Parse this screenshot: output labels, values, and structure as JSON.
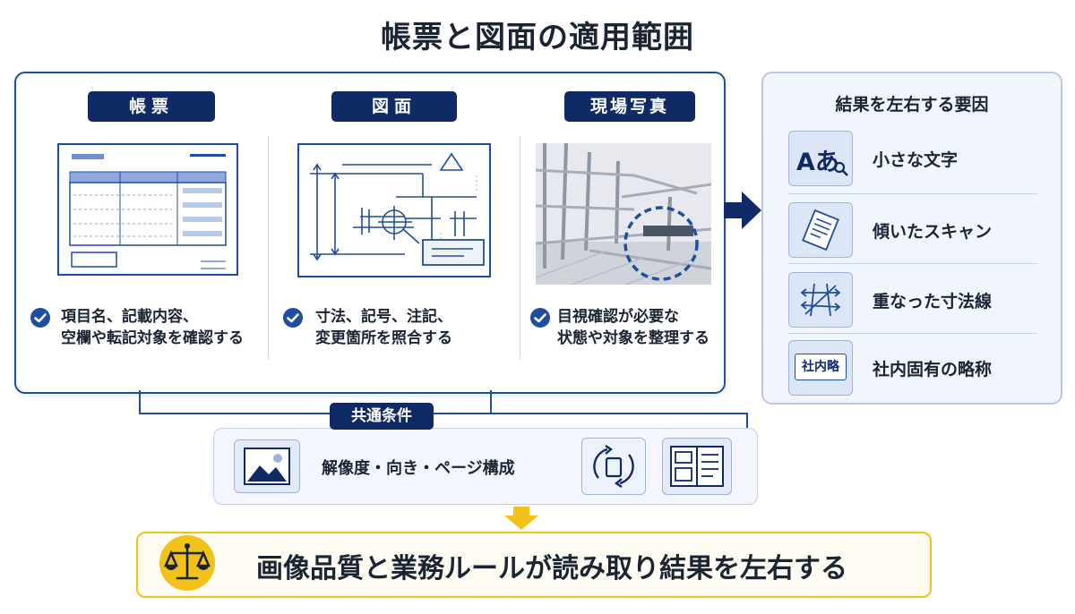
{
  "title": "帳票と図面の適用範囲",
  "columns": [
    {
      "label": "帳票",
      "desc_line1": "項目名、記載内容、",
      "desc_line2": "空欄や転記対象を確認する"
    },
    {
      "label": "図面",
      "desc_line1": "寸法、記号、注記、",
      "desc_line2": "変更箇所を照合する"
    },
    {
      "label": "現場写真",
      "desc_line1": "目視確認が必要な",
      "desc_line2": "状態や対象を整理する"
    }
  ],
  "factors": {
    "title": "結果を左右する要因",
    "items": [
      {
        "label": "小さな文字",
        "icon": "small-text-icon",
        "icon_text": "Aあ"
      },
      {
        "label": "傾いたスキャン",
        "icon": "tilted-page-icon"
      },
      {
        "label": "重なった寸法線",
        "icon": "overlapping-lines-icon"
      },
      {
        "label": "社内固有の略称",
        "icon": "abbreviation-icon",
        "icon_text": "社内略"
      }
    ]
  },
  "common": {
    "label": "共通条件",
    "text": "解像度・向き・ページ構成"
  },
  "conclusion": "画像品質と業務ルールが読み取り結果を左右する",
  "colors": {
    "navy": "#102a66",
    "blue": "#1f4e9c",
    "accent_yellow": "#f2c21b",
    "light_bg": "#f1f5fc"
  }
}
